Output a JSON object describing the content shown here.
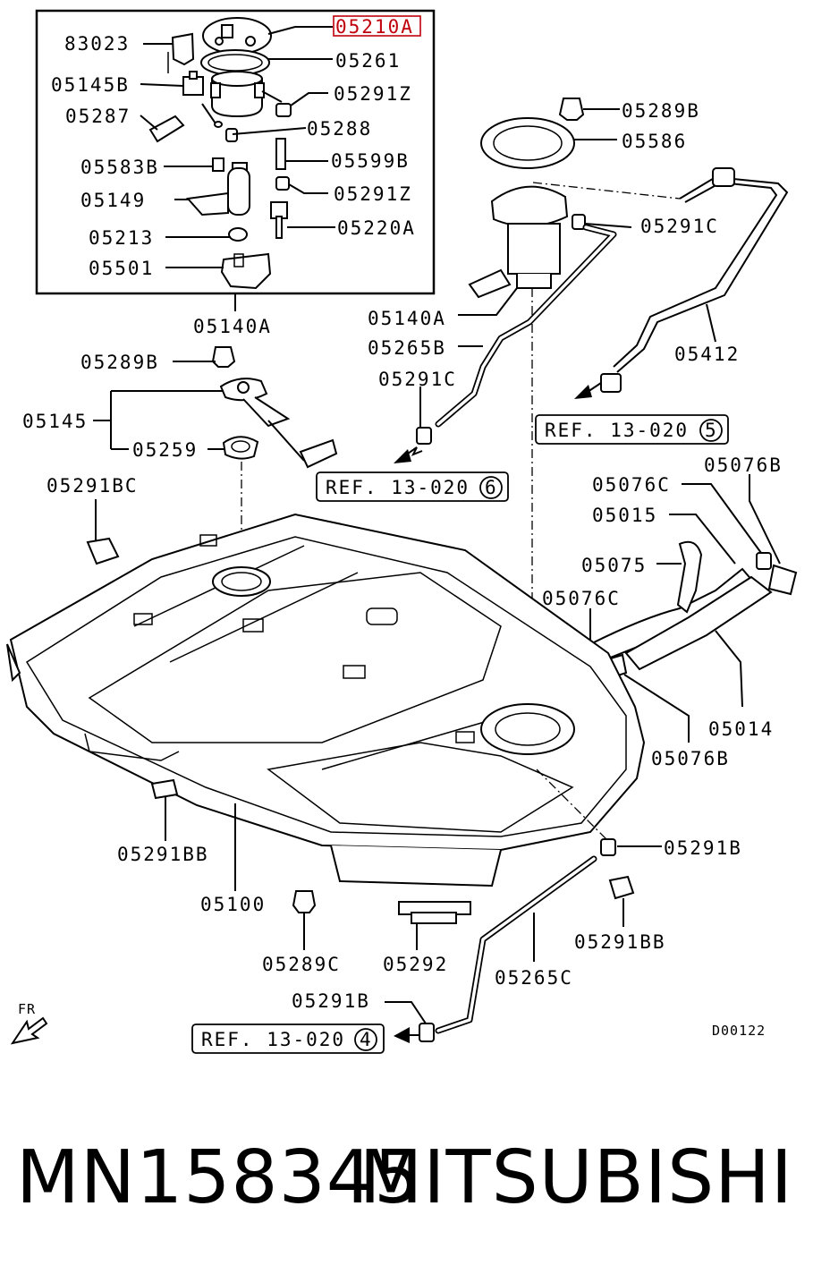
{
  "diagram": {
    "labels": {
      "l83023": "83023",
      "l05210A": "05210A",
      "l05261": "05261",
      "l05145B": "05145B",
      "l05291Z_top": "05291Z",
      "l05287": "05287",
      "l05288": "05288",
      "l05583B": "05583B",
      "l05599B": "05599B",
      "l05149": "05149",
      "l05291Z_mid": "05291Z",
      "l05213": "05213",
      "l05220A": "05220A",
      "l05501": "05501",
      "l05140A_box": "05140A",
      "l05289B_left": "05289B",
      "l05145": "05145",
      "l05259": "05259",
      "l05291BC": "05291BC",
      "l05289B_right": "05289B",
      "l05586": "05586",
      "l05291C_right": "05291C",
      "l05140A": "05140A",
      "l05265B": "05265B",
      "l05291C_left": "05291C",
      "l05412": "05412",
      "l05076C_top": "05076C",
      "l05076B_top": "05076B",
      "l05015": "05015",
      "l05075": "05075",
      "l05076C_mid": "05076C",
      "l05014": "05014",
      "l05076B_mid": "05076B",
      "l05291BB_left": "05291BB",
      "l05100": "05100",
      "l05291B_right": "05291B",
      "l05289C": "05289C",
      "l05292": "05292",
      "l05265C": "05265C",
      "l05291BB_right": "05291BB",
      "l05291B_bottom": "05291B",
      "fr": "FR",
      "code": "D00122"
    },
    "refs": {
      "ref6_text": "REF. 13-020",
      "ref6_num": "6",
      "ref5_text": "REF. 13-020",
      "ref5_num": "5",
      "ref4_text": "REF. 13-020",
      "ref4_num": "4"
    },
    "highlight_color": "#c0000b"
  },
  "footer": {
    "part_number": "MN158345",
    "brand": "MITSUBISHI"
  }
}
